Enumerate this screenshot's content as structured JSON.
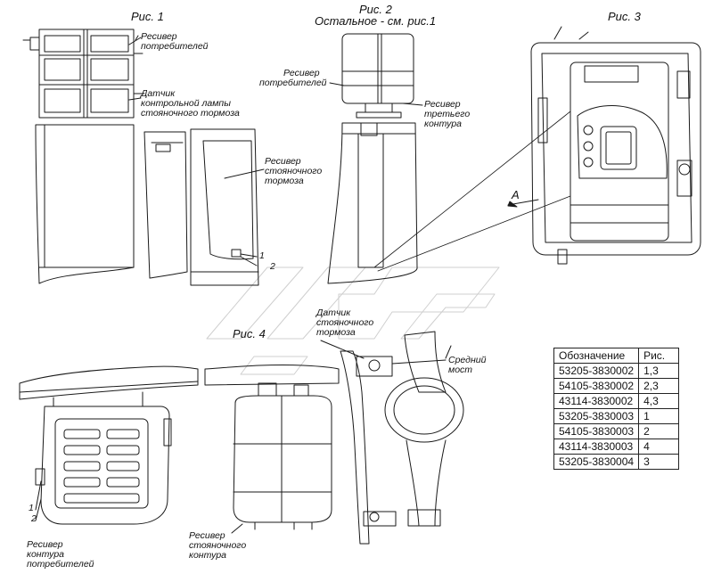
{
  "figures": {
    "fig1": "Рис. 1",
    "fig2": "Рис. 2",
    "fig2_sub": "Остальное - см. рис.1",
    "fig3": "Рис. 3",
    "fig4": "Рис. 4"
  },
  "labels": {
    "receiver_consumers_top_l1": "Ресивер",
    "receiver_consumers_top_l2": "потребителей",
    "sensor_lamp_l1": "Датчик",
    "sensor_lamp_l2": "контрольной лампы",
    "sensor_lamp_l3": "стояночного тормоза",
    "receiver_parking_l1": "Ресивер",
    "receiver_parking_l2": "стояночного",
    "receiver_parking_l3": "тормоза",
    "callout_1_top": "1",
    "callout_2_top": "2",
    "receiver_consumers_mid_l1": "Ресивер",
    "receiver_consumers_mid_l2": "потребителей",
    "receiver_third_l1": "Ресивер",
    "receiver_third_l2": "третьего",
    "receiver_third_l3": "контура",
    "view_a": "A",
    "sensor_parking_l1": "Датчик",
    "sensor_parking_l2": "стояночного",
    "sensor_parking_l3": "тормоза",
    "middle_axle_l1": "Средний",
    "middle_axle_l2": "мост",
    "callout_1_bottom": "1",
    "callout_2_bottom": "2",
    "receiver_consumers_circuit_l1": "Ресивер",
    "receiver_consumers_circuit_l2": "контура",
    "receiver_consumers_circuit_l3": "потребителей",
    "receiver_parking_circuit_l1": "Ресивер",
    "receiver_parking_circuit_l2": "стояночного",
    "receiver_parking_circuit_l3": "контура"
  },
  "table": {
    "header": {
      "designation": "Обозначение",
      "figure": "Рис."
    },
    "rows": [
      {
        "designation": "53205-3830002",
        "figure": "1,3"
      },
      {
        "designation": "54105-3830002",
        "figure": "2,3"
      },
      {
        "designation": "43114-3830002",
        "figure": "4,3"
      },
      {
        "designation": "53205-3830003",
        "figure": "1"
      },
      {
        "designation": "54105-3830003",
        "figure": "2"
      },
      {
        "designation": "43114-3830003",
        "figure": "4"
      },
      {
        "designation": "53205-3830004",
        "figure": "3"
      }
    ]
  }
}
